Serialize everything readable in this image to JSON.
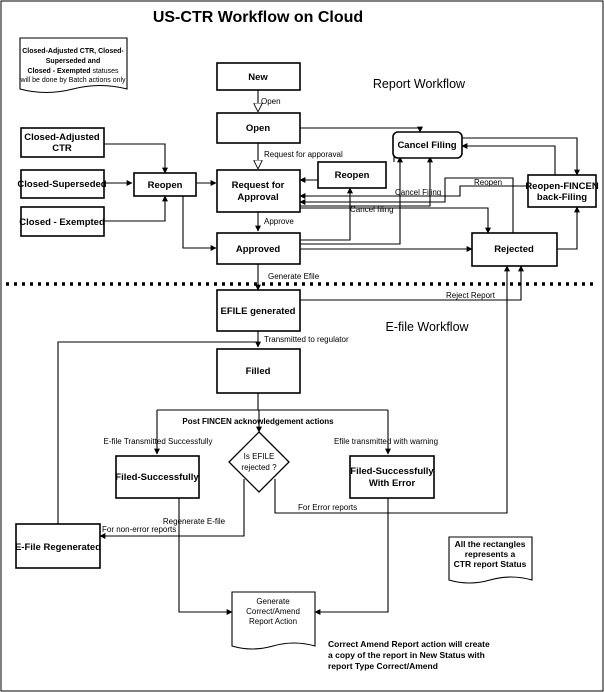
{
  "title": "US-CTR Workflow on Cloud",
  "sections": {
    "report_workflow": "Report Workflow",
    "efile_workflow": "E-file Workflow"
  },
  "notes": {
    "batch_line1": "Closed-Adjusted CTR, Closed-",
    "batch_line2": "Superseded  and",
    "batch_line3a": "Closed - Exempted",
    "batch_line3b": " statuses",
    "batch_line4": "will be done by Batch actions only",
    "rect_line1": "All the rectangles",
    "rect_line2": "represents a",
    "rect_line3": "CTR report Status",
    "amend_line1": "Correct Amend Report action will create",
    "amend_line2": "a copy of the report in New Status with",
    "amend_line3": "report Type Correct/Amend"
  },
  "boxes": {
    "new": "New",
    "open": "Open",
    "cancel_filing": "Cancel Filing",
    "closed_adjusted_1": "Closed-Adjusted",
    "closed_adjusted_2": "CTR",
    "closed_superseded": "Closed-Superseded",
    "closed_exempted": "Closed - Exempted",
    "reopen_left": "Reopen",
    "request_approval_1": "Request for",
    "request_approval_2": "Approval",
    "reopen_mid": "Reopen",
    "reopen_fincen_1": "Reopen-FINCEN",
    "reopen_fincen_2": "back-Filing",
    "approved": "Approved",
    "rejected": "Rejected",
    "efile_generated": "EFILE generated",
    "filled": "Filled",
    "filed_successfully": "Filed-Successfully",
    "filed_with_error_1": "Filed-Successfully",
    "filed_with_error_2": "With Error",
    "efile_regenerated": "E-File Regenerated",
    "decision_1": "Is EFILE",
    "decision_2": "rejected ?",
    "generate_amend_1": "Generate",
    "generate_amend_2": "Correct/Amend",
    "generate_amend_3": "Report Action"
  },
  "labels": {
    "open": "Open",
    "request_for_approval": "Request for apporaval",
    "cancel_filing": "Cancel Filing",
    "reopen": "Reopen",
    "approve": "Approve",
    "cancel_filing_2": "Cancel filing",
    "generate_efile": "Generate Efile",
    "reject_report": "Reject Report",
    "transmitted_to_regulator": "Transmitted to regulator",
    "post_fincen": "Post FINCEN acknowledgement actions",
    "efile_transmitted_successfully": "E-file Transmitted Successfully",
    "efile_transmitted_with_warning": "Efile transmitted with warning",
    "for_error_reports": "For Error reports",
    "regenerate_efile": "Regenerate E-file",
    "for_non_error_reports": "For non-error reports"
  }
}
